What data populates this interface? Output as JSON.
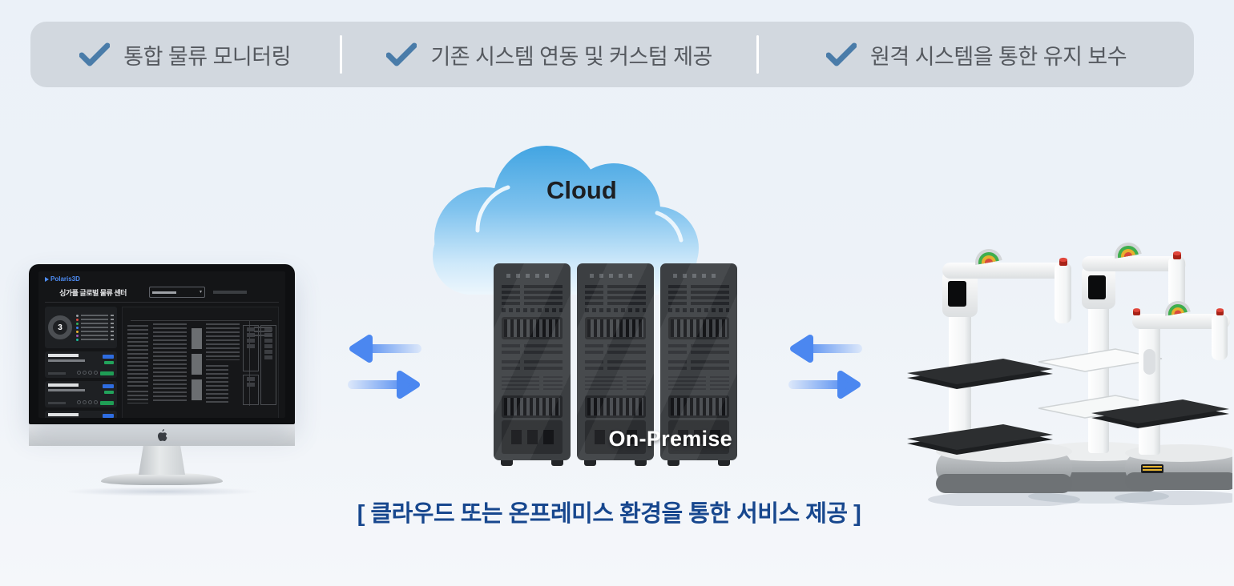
{
  "banner": {
    "bg_color": "#d2d8df",
    "divider_color": "#ffffff",
    "text_color": "#55595f",
    "check_color": "#4a7ca9",
    "items": [
      {
        "icon": "check-icon",
        "label": "통합 물류 모니터링"
      },
      {
        "icon": "check-icon",
        "label": "기존 시스템 연동 및 커스텀 제공"
      },
      {
        "icon": "check-icon",
        "label": "원격 시스템을 통한 유지 보수"
      }
    ]
  },
  "diagram": {
    "cloud": {
      "label": "Cloud",
      "color_top": "#3ea4e2",
      "color_bottom": "#eef7fd",
      "text_color": "#1d1f22"
    },
    "servers": {
      "label": "On-Premise",
      "tower_count": 3,
      "body_color": "#3c3f42",
      "label_color": "#ffffff"
    },
    "monitor": {
      "logo": "Polaris3D",
      "screen_title": "싱가폴 글로벌 물류 센터",
      "donut_value": "3"
    },
    "robots": {
      "count": 3
    },
    "arrows": {
      "color": "#4b87f0",
      "direction": "bidirectional"
    }
  },
  "caption": {
    "text": "[ 클라우드 또는 온프레미스 환경을 통한 서비스 제공 ]",
    "color": "#17478e"
  }
}
